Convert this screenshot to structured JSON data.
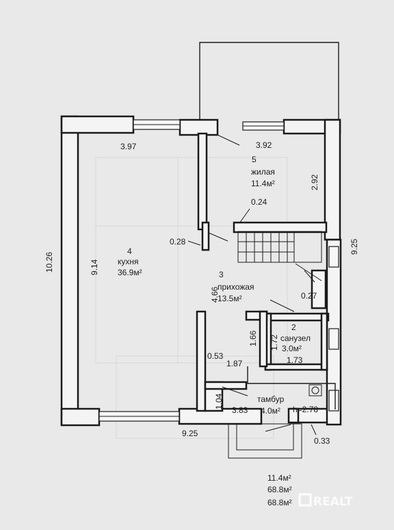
{
  "rooms": [
    {
      "number": "4",
      "name": "кухня",
      "area": "36.9м²"
    },
    {
      "number": "5",
      "name": "жилая",
      "area": "11.4м²"
    },
    {
      "number": "3",
      "name": "прихожая",
      "area": "13.5м²"
    },
    {
      "number": "2",
      "name": "санузел",
      "area": "3.0м²"
    },
    {
      "name": "тамбур",
      "area": "4.0м²",
      "height": "h=2.78"
    }
  ],
  "dimensions": {
    "kitchen_width": "3.97",
    "living_width": "3.92",
    "living_height": "2.92",
    "step_024": "0.24",
    "wall_028": "0.28",
    "kitchen_height": "9.14",
    "overall_height": "10.26",
    "right_overall": "9.25",
    "hall_height": "4.66",
    "dim_027": "0.27",
    "dim_166": "1.66",
    "bath_172": "1.72",
    "bath_173": "1.73",
    "dim_053": "0.53",
    "dim_187": "1.87",
    "vest_104": "1.04",
    "vest_383": "3.83",
    "bottom_overall": "9.25",
    "dim_033": "0.33"
  },
  "totals": [
    "11.4м²",
    "68.8м²",
    "68.8м²"
  ],
  "watermark": "REALT"
}
